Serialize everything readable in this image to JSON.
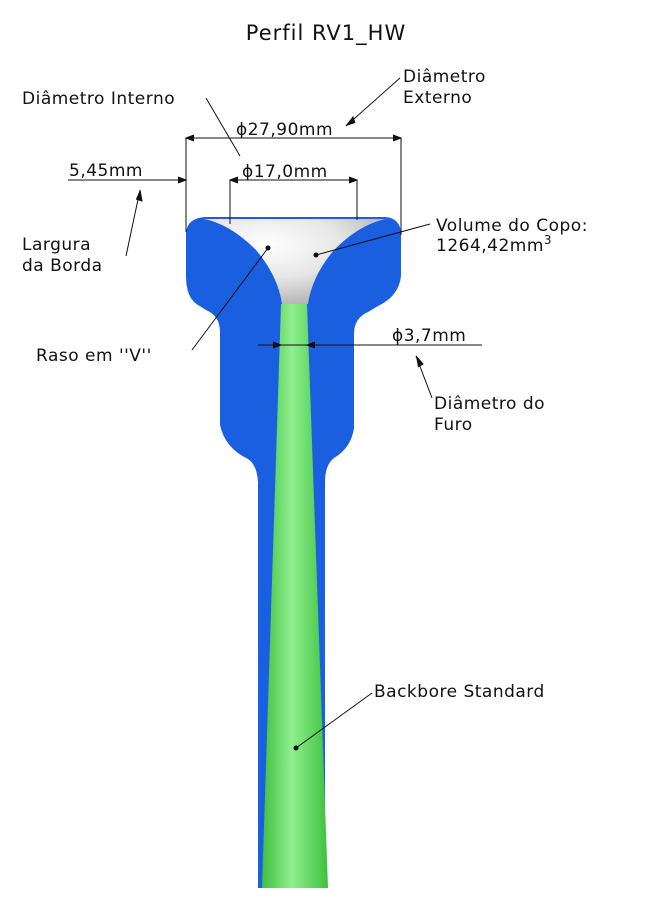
{
  "title": "Perfil RV1_HW",
  "colors": {
    "body": "#1a5fe0",
    "bore": "#4fd14f",
    "cup_light": "#f4f4f4",
    "cup_dark": "#b8b8b8",
    "lines": "#111111",
    "background": "#ffffff"
  },
  "labels": {
    "outer_diameter_line1": "Diâmetro",
    "outer_diameter_line2": "Externo",
    "inner_diameter": "Diâmetro Interno",
    "outer_value": "ϕ27,90mm",
    "inner_value": "ϕ17,0mm",
    "rim_value": "5,45mm",
    "rim_width_line1": "Largura",
    "rim_width_line2": "da Borda",
    "cup_volume_line1": "Volume do Copo:",
    "cup_volume_value": "1264,42mm",
    "cup_volume_unit_exp": "3",
    "shallow_v": "Raso em ''V''",
    "throat_value": "ϕ3,7mm",
    "throat_line1": "Diâmetro do",
    "throat_line2": "Furo",
    "backbore": "Backbore Standard"
  }
}
